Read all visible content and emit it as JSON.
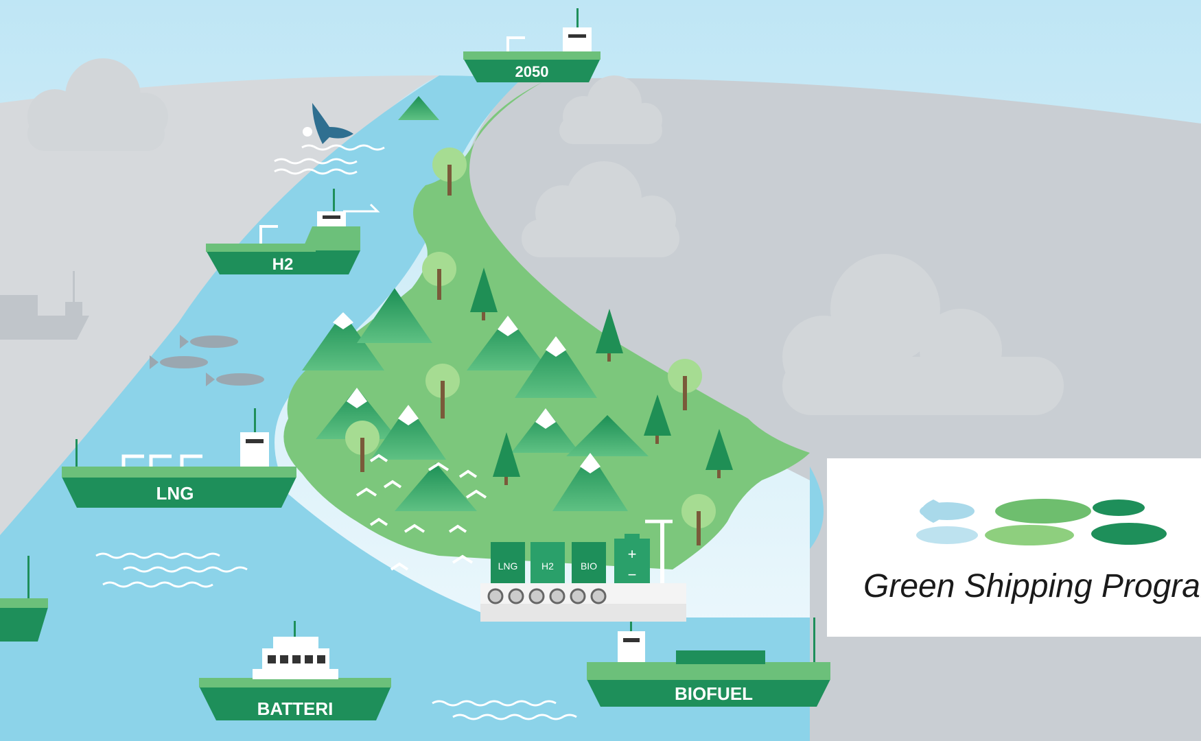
{
  "ships": {
    "top": "2050",
    "hydrogen": "H2",
    "lng": "LNG",
    "battery": "BATTERI",
    "biofuel": "BIOFUEL"
  },
  "port": {
    "tanks": [
      "LNG",
      "H2",
      "BIO"
    ],
    "battery_plus": "+",
    "battery_minus": "−"
  },
  "logo": {
    "text": "Green Shipping Program"
  },
  "colors": {
    "sky": "#e6f5fb",
    "sea": "#8cd3e9",
    "land": "#7cc77c",
    "mountain": "#1f9a5a",
    "ship_hull": "#1e8f5a",
    "ship_deck": "#6cc07a",
    "cloud_gray": "#d2d6d9",
    "logo_bg": "#ffffff"
  }
}
